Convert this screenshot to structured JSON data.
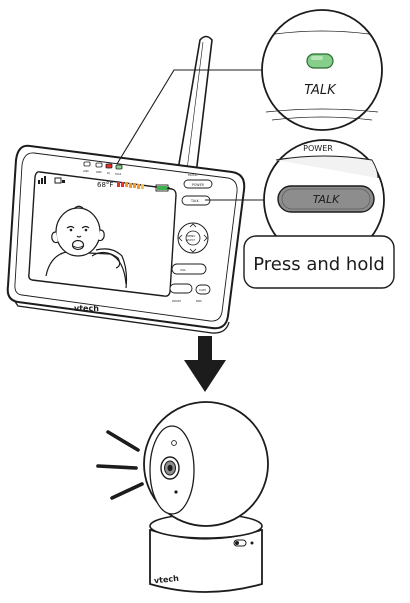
{
  "colors": {
    "line": "#1c1c1c",
    "talk_led": "#86cf8a",
    "talk_led_stroke": "#2b6b34",
    "talk_button_fill": "#8d8d8d",
    "callout_fill": "#ffffff",
    "panel_grey": "#f2f2f2",
    "vu_red": "#e2312a",
    "vu_orange": "#f39a2b",
    "vu_green": "#3db24a"
  },
  "monitor": {
    "temperature": "68°F",
    "buttons": {
      "music": "MUSIC",
      "power": "POWER",
      "talk": "TALK",
      "menu": "MENU",
      "select": "SELECT",
      "vol": "VOL",
      "zoom": "ZOOM",
      "pan": "PAN",
      "cam": "CAM"
    },
    "led_labels": [
      "LINK",
      "SND",
      "DJ",
      "TALK"
    ],
    "brand": "vtech"
  },
  "callouts": {
    "led_label": "TALK",
    "button_label": "TALK",
    "button_above": "POWER",
    "instruction": "Press and hold"
  },
  "camera": {
    "brand": "vtech"
  },
  "icons": [
    "arrow-down-icon",
    "sound-waves-icon"
  ]
}
